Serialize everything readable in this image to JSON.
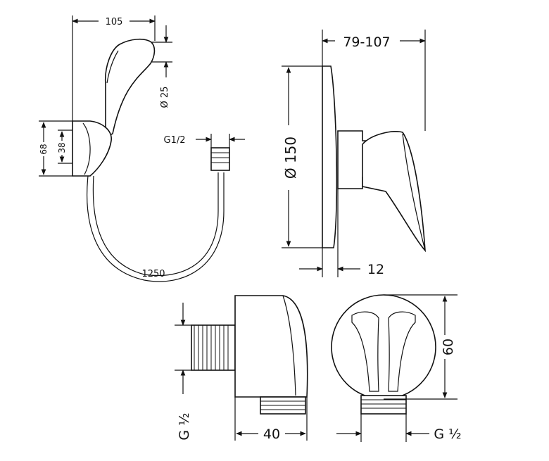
{
  "dimensions": {
    "handset_width": "105",
    "handset_diameter": "Ø 25",
    "holder_total_height": "68",
    "holder_height": "38",
    "hose_thread": "G1/2",
    "hose_length": "1250",
    "plate_depth": "79-107",
    "plate_diameter": "Ø 150",
    "wall_depth": "12",
    "outlet_thread_side": "G ½",
    "outlet_width": "40",
    "outlet_height": "60",
    "outlet_thread_front": "G ½"
  }
}
